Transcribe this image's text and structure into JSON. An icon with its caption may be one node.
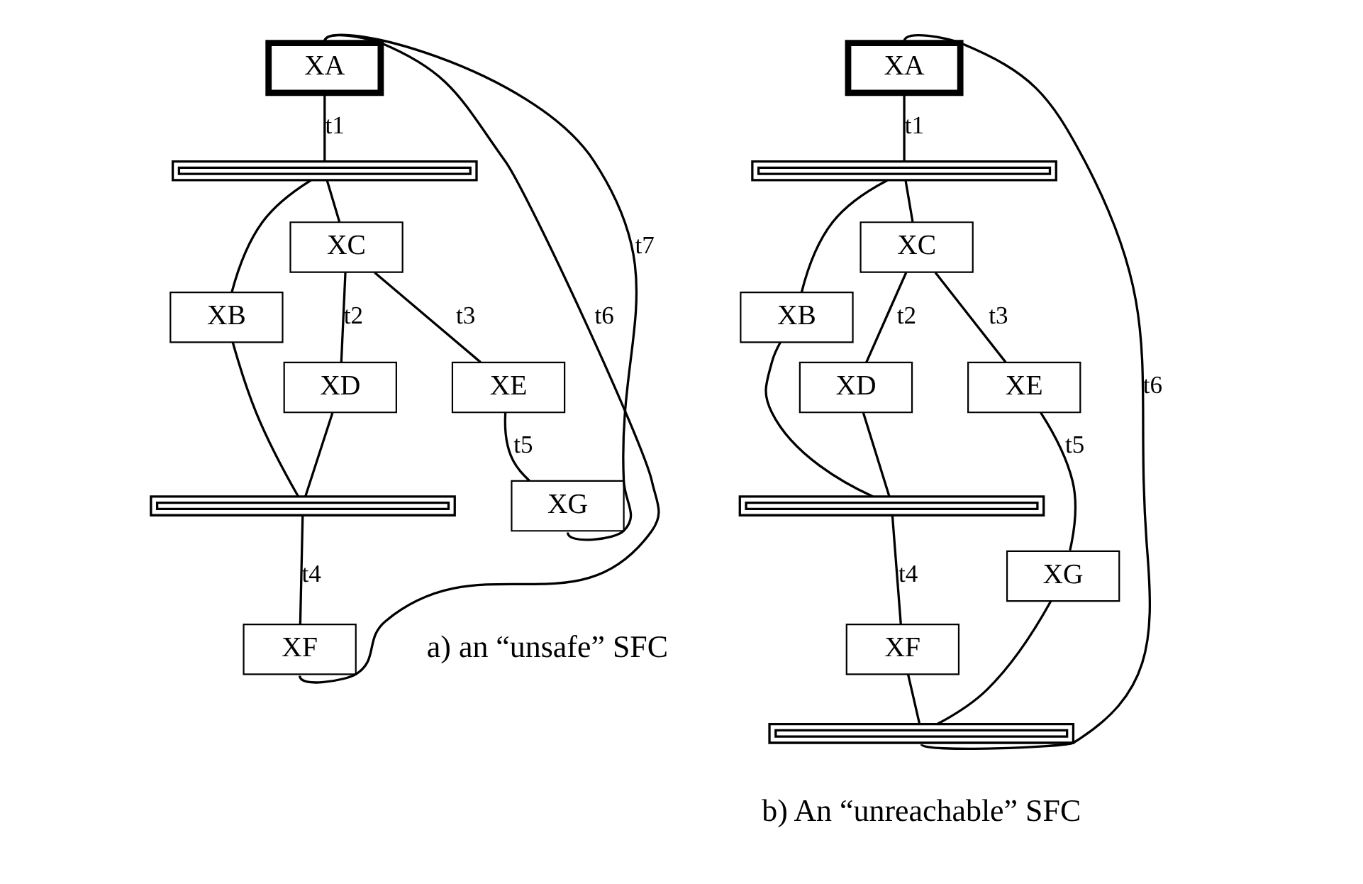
{
  "diagram": {
    "nodes": [
      {
        "text": [
          "XA"
        ]
      },
      {
        "text": [],
        "shape": "bar"
      },
      {
        "text": [
          "XB"
        ]
      },
      {
        "text": [
          "XC"
        ]
      },
      {
        "text": [
          "XD"
        ]
      },
      {
        "text": [
          "XE"
        ]
      },
      {
        "text": [],
        "shape": "bar"
      },
      {
        "text": [
          "XF"
        ]
      },
      {
        "text": [
          "XG"
        ]
      },
      {
        "text": [
          "XA"
        ]
      },
      {
        "text": [],
        "shape": "bar"
      },
      {
        "text": [
          "XB"
        ]
      },
      {
        "text": [
          "XC"
        ]
      },
      {
        "text": [
          "XD"
        ]
      },
      {
        "text": [
          "XE"
        ]
      },
      {
        "text": [],
        "shape": "bar"
      },
      {
        "text": [
          "XF"
        ]
      },
      {
        "text": [
          "XG"
        ]
      },
      {
        "text": [],
        "shape": "bar"
      }
    ],
    "edges": [
      {
        "from": 0,
        "to": 1,
        "arrow": "none",
        "label": "t1"
      },
      {
        "from": 1,
        "to": 2,
        "arrow": "none"
      },
      {
        "from": 1,
        "to": 3,
        "arrow": "none"
      },
      {
        "from": 3,
        "to": 4,
        "arrow": "none",
        "label": "t2"
      },
      {
        "from": 3,
        "to": 5,
        "arrow": "none",
        "label": "t3"
      },
      {
        "from": 2,
        "to": 6,
        "arrow": "none"
      },
      {
        "from": 4,
        "to": 6,
        "arrow": "none"
      },
      {
        "from": 6,
        "to": 7,
        "arrow": "none",
        "label": "t4"
      },
      {
        "from": 5,
        "to": 8,
        "arrow": "none",
        "label": "t5"
      },
      {
        "from": 7,
        "to": 0,
        "arrow": "none",
        "label": "t6"
      },
      {
        "from": 8,
        "to": 0,
        "arrow": "none",
        "label": "t7"
      },
      {
        "from": 9,
        "to": 10,
        "arrow": "none",
        "label": "t1"
      },
      {
        "from": 10,
        "to": 11,
        "arrow": "none"
      },
      {
        "from": 10,
        "to": 12,
        "arrow": "none"
      },
      {
        "from": 12,
        "to": 13,
        "arrow": "none",
        "label": "t2"
      },
      {
        "from": 12,
        "to": 14,
        "arrow": "none",
        "label": "t3"
      },
      {
        "from": 14,
        "to": 17,
        "arrow": "none",
        "label": "t5"
      },
      {
        "from": 11,
        "to": 15,
        "arrow": "none"
      },
      {
        "from": 13,
        "to": 15,
        "arrow": "none"
      },
      {
        "from": 15,
        "to": 16,
        "arrow": "none",
        "label": "t4"
      },
      {
        "from": 16,
        "to": 18,
        "arrow": "none"
      },
      {
        "from": 17,
        "to": 18,
        "arrow": "none"
      },
      {
        "from": 18,
        "to": 9,
        "arrow": "none",
        "label": "t6"
      }
    ],
    "labels": [
      "a) an “unsafe” SFC",
      "b) An “unreachable” SFC"
    ]
  }
}
